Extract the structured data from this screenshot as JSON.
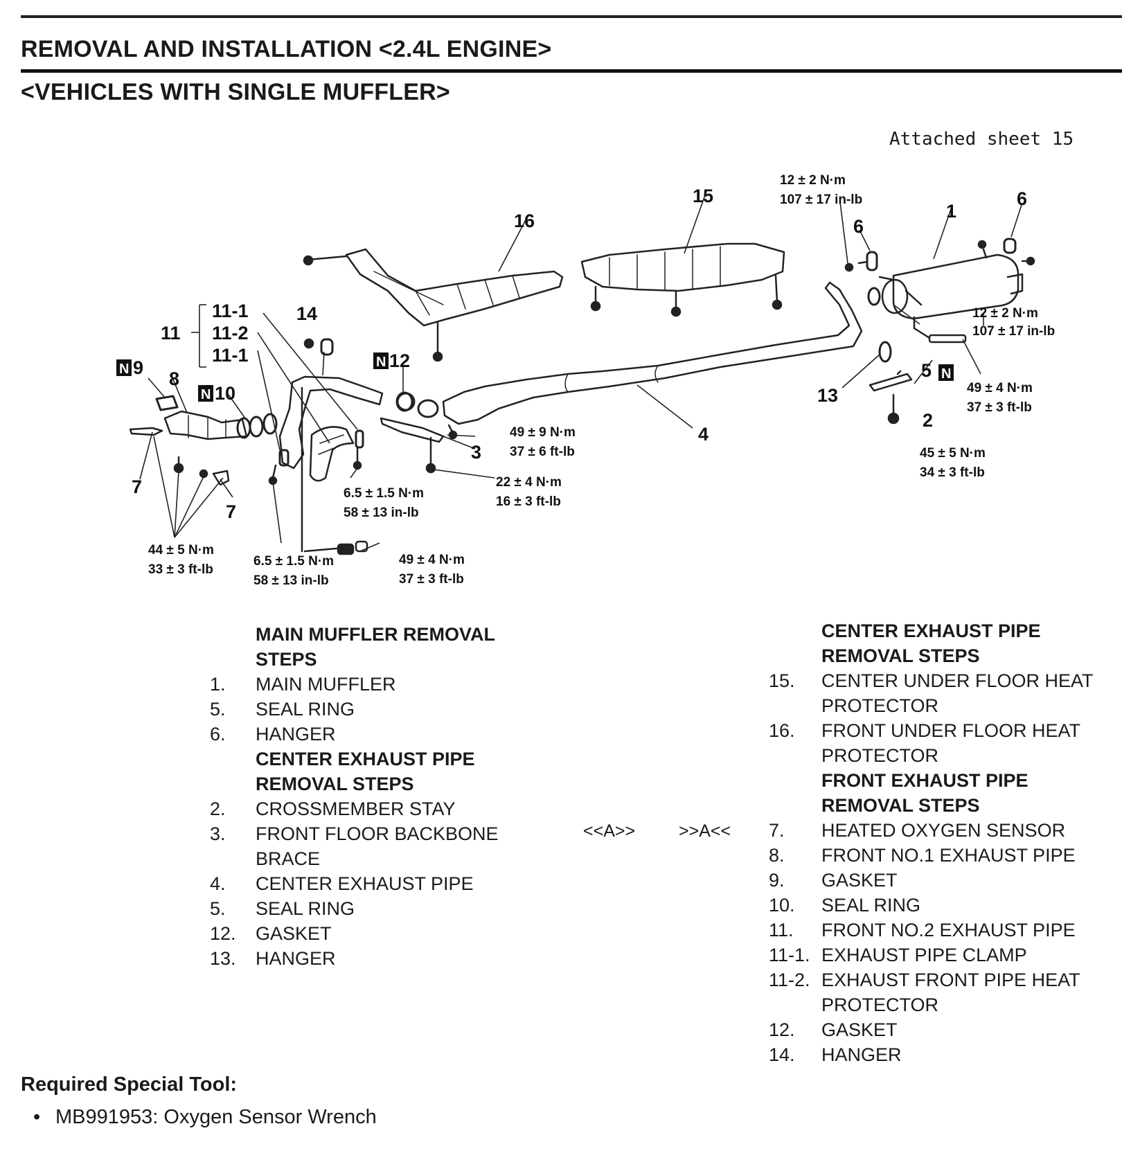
{
  "header": {
    "title": "REMOVAL AND INSTALLATION <2.4L ENGINE>",
    "subtitle": "<VEHICLES WITH SINGLE MUFFLER>",
    "attached_sheet": "Attached sheet 15"
  },
  "diagram": {
    "callouts": [
      "16",
      "15",
      "1",
      "6",
      "6",
      "14",
      "11",
      "11-1",
      "11-2",
      "11-1",
      "9",
      "8",
      "10",
      "12",
      "3",
      "4",
      "7",
      "7",
      "13",
      "5",
      "2"
    ],
    "badge_letter": "N",
    "torques": [
      {
        "nm": "12 ± 2 N·m",
        "imperial": "107 ± 17 in-lb"
      },
      {
        "nm": "12 ± 2 N·m",
        "imperial": "107 ± 17 in-lb"
      },
      {
        "nm": "49 ± 4 N·m",
        "imperial": "37 ± 3 ft-lb"
      },
      {
        "nm": "49 ± 9 N·m",
        "imperial": "37 ± 6 ft-lb"
      },
      {
        "nm": "22 ± 4 N·m",
        "imperial": "16 ± 3 ft-lb"
      },
      {
        "nm": "6.5 ± 1.5 N·m",
        "imperial": "58 ± 13 in-lb"
      },
      {
        "nm": "45 ± 5 N·m",
        "imperial": "34 ± 3 ft-lb"
      },
      {
        "nm": "44 ± 5 N·m",
        "imperial": "33 ± 3 ft-lb"
      },
      {
        "nm": "6.5 ± 1.5 N·m",
        "imperial": "58 ± 13 in-lb"
      },
      {
        "nm": "49 ± 4 N·m",
        "imperial": "37 ± 3 ft-lb"
      }
    ]
  },
  "left_column": {
    "heading1": [
      "MAIN MUFFLER REMOVAL",
      "STEPS"
    ],
    "items1": [
      {
        "num": "1.",
        "text": "MAIN MUFFLER"
      },
      {
        "num": "5.",
        "text": "SEAL RING"
      },
      {
        "num": "6.",
        "text": "HANGER"
      }
    ],
    "heading2": [
      "CENTER EXHAUST PIPE",
      "REMOVAL STEPS"
    ],
    "items2": [
      {
        "num": "2.",
        "text": "CROSSMEMBER STAY"
      },
      {
        "num": "3.",
        "text": "FRONT FLOOR BACKBONE",
        "text2": "BRACE"
      },
      {
        "num": "4.",
        "text": "CENTER EXHAUST PIPE"
      },
      {
        "num": "5.",
        "text": "SEAL RING"
      },
      {
        "num": "12.",
        "text": "GASKET"
      },
      {
        "num": "13.",
        "text": "HANGER"
      }
    ]
  },
  "refs": {
    "removal": "<<A>>",
    "install": ">>A<<"
  },
  "right_column": {
    "heading1": [
      "CENTER EXHAUST PIPE",
      "REMOVAL STEPS"
    ],
    "items1": [
      {
        "num": "15.",
        "text": "CENTER UNDER FLOOR HEAT",
        "text2": "PROTECTOR"
      },
      {
        "num": "16.",
        "text": "FRONT UNDER FLOOR HEAT",
        "text2": "PROTECTOR"
      }
    ],
    "heading2": [
      "FRONT EXHAUST PIPE",
      "REMOVAL STEPS"
    ],
    "items2": [
      {
        "num": "7.",
        "text": "HEATED OXYGEN SENSOR"
      },
      {
        "num": "8.",
        "text": "FRONT NO.1 EXHAUST PIPE"
      },
      {
        "num": "9.",
        "text": "GASKET"
      },
      {
        "num": "10.",
        "text": "SEAL RING"
      },
      {
        "num": "11.",
        "text": "FRONT NO.2 EXHAUST PIPE"
      },
      {
        "num": "11-1.",
        "text": "EXHAUST PIPE CLAMP"
      },
      {
        "num": "11-2.",
        "text": "EXHAUST FRONT PIPE HEAT",
        "text2": "PROTECTOR"
      },
      {
        "num": "12.",
        "text": "GASKET"
      },
      {
        "num": "14.",
        "text": "HANGER"
      }
    ]
  },
  "special_tool": {
    "title": "Required Special Tool:",
    "items": [
      "MB991953: Oxygen Sensor Wrench"
    ]
  }
}
